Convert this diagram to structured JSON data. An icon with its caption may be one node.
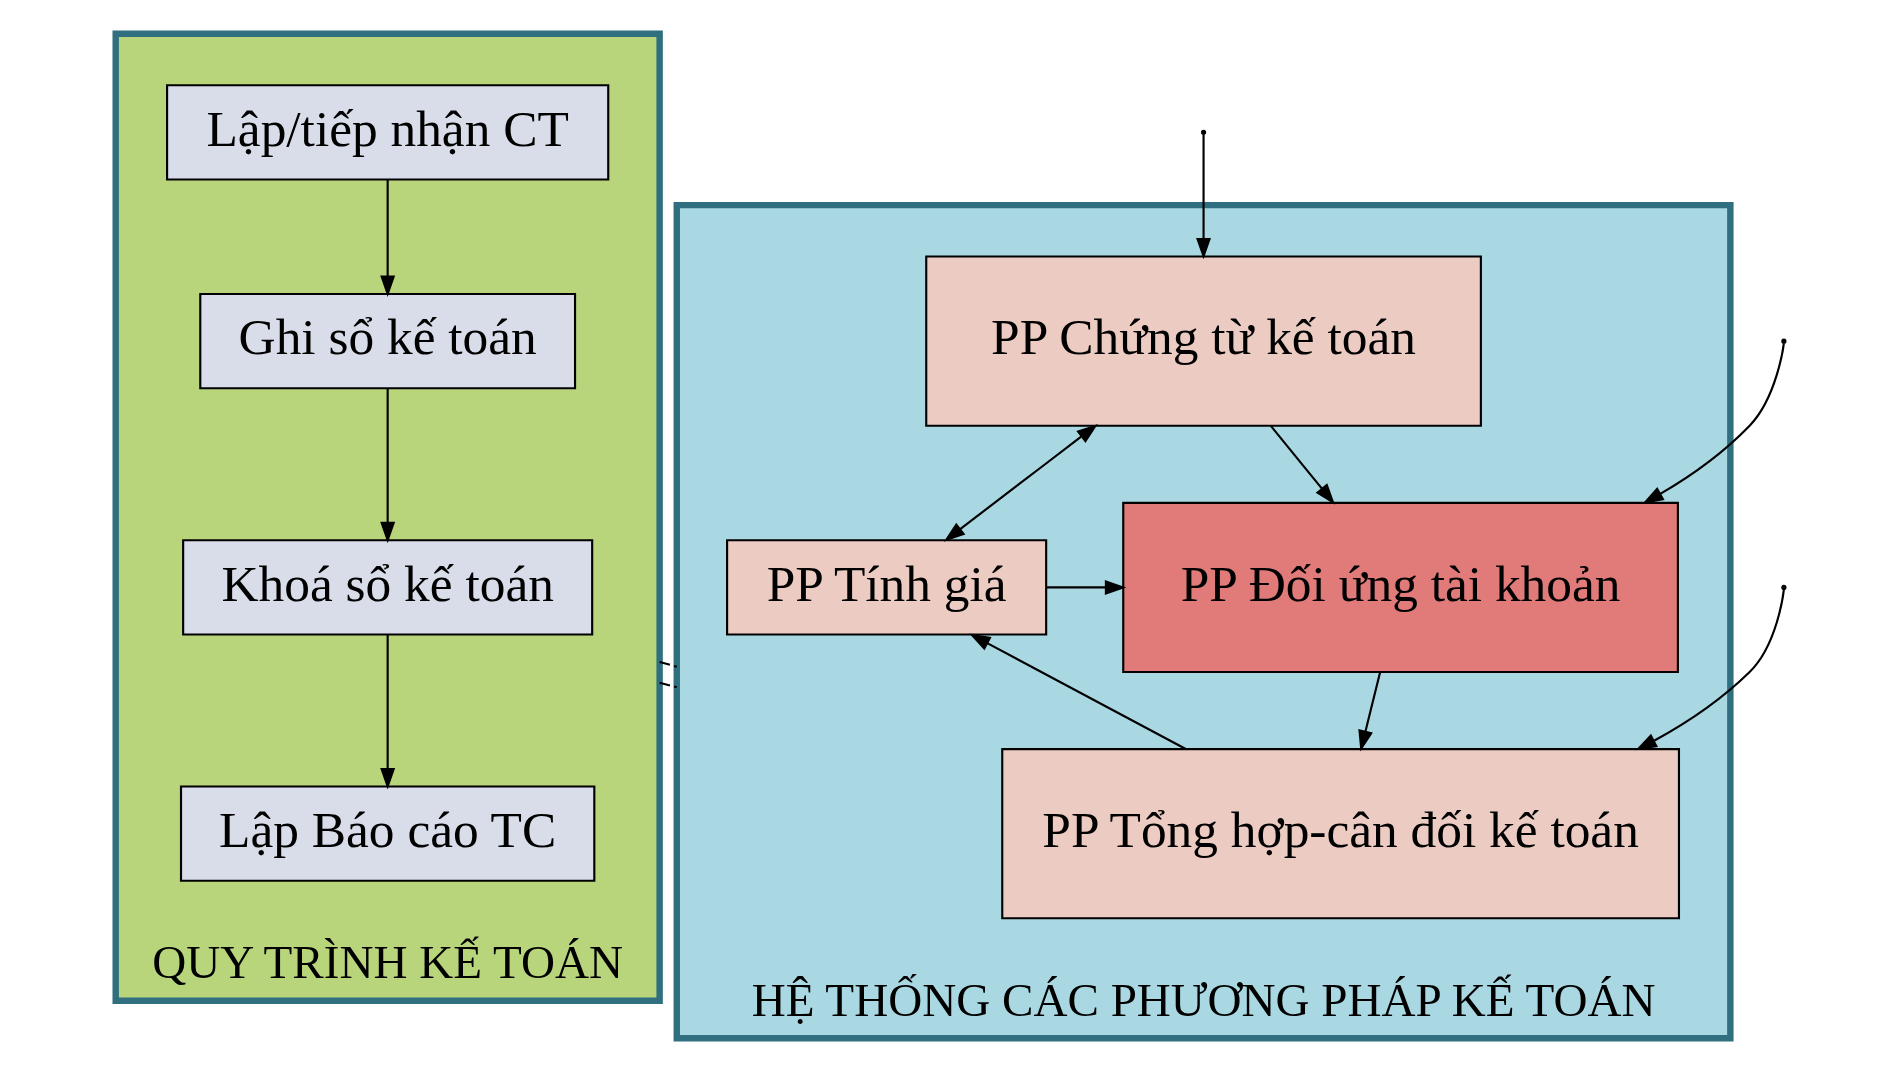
{
  "diagram": {
    "nodes": [
      {
        "text": [
          "QUY TRÌNH KẾ TOÁN"
        ]
      },
      {
        "text": [
          "Lập/tiếp nhận CT"
        ],
        "in": 0
      },
      {
        "text": [
          "Ghi sổ kế toán"
        ],
        "in": 0
      },
      {
        "text": [
          "Khoá sổ kế toán"
        ],
        "in": 0
      },
      {
        "text": [
          "Lập Báo cáo TC"
        ],
        "in": 0
      },
      {
        "text": [
          "HỆ THỐNG CÁC PHƯƠNG PHÁP KẾ TOÁN"
        ]
      },
      {
        "text": [
          "PP Chứng từ kế toán"
        ],
        "in": 5
      },
      {
        "text": [
          "PP Đối ứng tài khoản"
        ],
        "in": 5
      },
      {
        "text": [
          "PP Tổng hợp-cân đối kế toán"
        ],
        "in": 5
      },
      {
        "text": [
          "PP Tính giá"
        ],
        "in": 5
      }
    ],
    "edges": [
      {
        "from": 1,
        "to": 2,
        "arrow": "to"
      },
      {
        "from": 2,
        "to": 3,
        "arrow": "to"
      },
      {
        "from": 3,
        "to": 4,
        "arrow": "to"
      },
      {
        "from": 0,
        "to": 5,
        "arrow": "none",
        "style": "dashed"
      },
      {
        "from": 0,
        "to": 5,
        "arrow": "none",
        "style": "dashed"
      },
      {
        "from": null,
        "to": 6,
        "arrow": "to"
      },
      {
        "from": null,
        "to": 7,
        "arrow": "to"
      },
      {
        "from": null,
        "to": 8,
        "arrow": "to"
      },
      {
        "from": 6,
        "to": 7,
        "arrow": "to"
      },
      {
        "from": 7,
        "to": 8,
        "arrow": "to"
      },
      {
        "from": 6,
        "to": 9,
        "arrow": "both"
      },
      {
        "from": 9,
        "to": 7,
        "arrow": "to"
      },
      {
        "from": 8,
        "to": 9,
        "arrow": "to"
      }
    ]
  }
}
